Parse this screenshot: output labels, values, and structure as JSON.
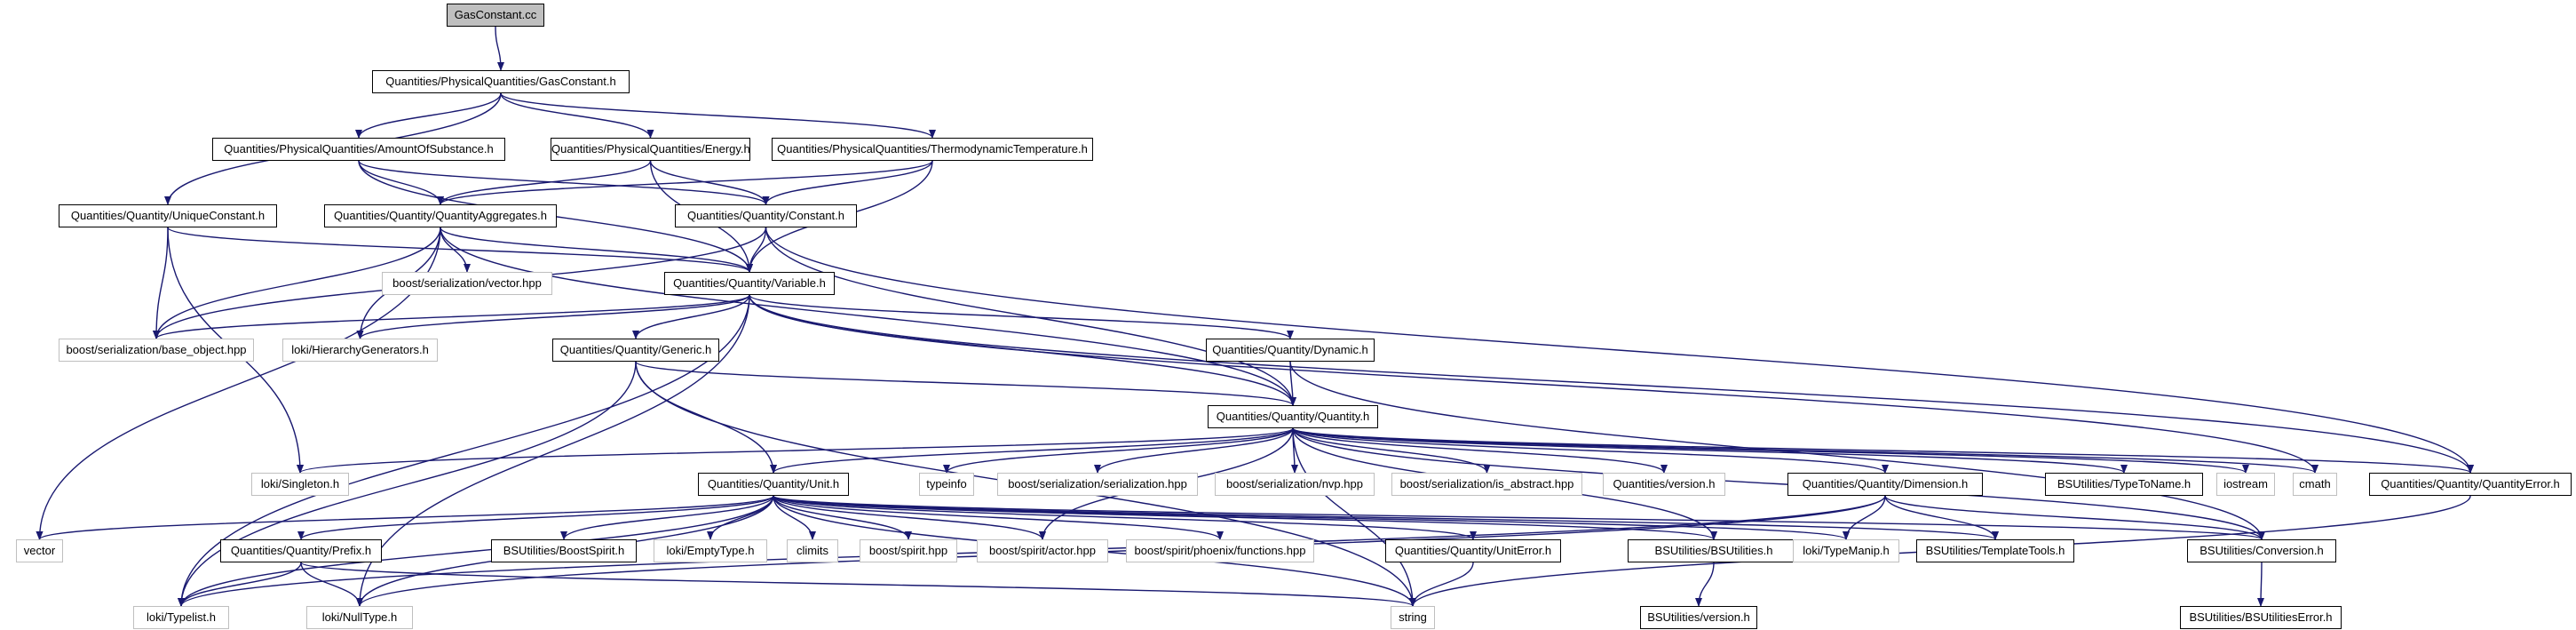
{
  "graph": {
    "colors": {
      "edge": "#191970",
      "root_fill": "#bfbfbf",
      "external_border": "#bfbfbf",
      "local_border": "#000000"
    },
    "nodes": [
      {
        "id": "gasconstant_cc",
        "label": "GasConstant.cc",
        "kind": "root"
      },
      {
        "id": "gasconstant_h",
        "label": "Quantities/PhysicalQuantities/GasConstant.h",
        "kind": "local"
      },
      {
        "id": "amount_h",
        "label": "Quantities/PhysicalQuantities/AmountOfSubstance.h",
        "kind": "local"
      },
      {
        "id": "energy_h",
        "label": "Quantities/PhysicalQuantities/Energy.h",
        "kind": "local"
      },
      {
        "id": "thermo_h",
        "label": "Quantities/PhysicalQuantities/ThermodynamicTemperature.h",
        "kind": "local"
      },
      {
        "id": "uniqueconst_h",
        "label": "Quantities/Quantity/UniqueConstant.h",
        "kind": "local"
      },
      {
        "id": "aggregates_h",
        "label": "Quantities/Quantity/QuantityAggregates.h",
        "kind": "local"
      },
      {
        "id": "constant_h",
        "label": "Quantities/Quantity/Constant.h",
        "kind": "local"
      },
      {
        "id": "vector_hpp",
        "label": "boost/serialization/vector.hpp",
        "kind": "external"
      },
      {
        "id": "variable_h",
        "label": "Quantities/Quantity/Variable.h",
        "kind": "local"
      },
      {
        "id": "base_object",
        "label": "boost/serialization/base_object.hpp",
        "kind": "external"
      },
      {
        "id": "hiergen",
        "label": "loki/HierarchyGenerators.h",
        "kind": "external"
      },
      {
        "id": "generic_h",
        "label": "Quantities/Quantity/Generic.h",
        "kind": "local"
      },
      {
        "id": "dynamic_h",
        "label": "Quantities/Quantity/Dynamic.h",
        "kind": "local"
      },
      {
        "id": "quantity_h",
        "label": "Quantities/Quantity/Quantity.h",
        "kind": "local"
      },
      {
        "id": "singleton",
        "label": "loki/Singleton.h",
        "kind": "external"
      },
      {
        "id": "unit_h",
        "label": "Quantities/Quantity/Unit.h",
        "kind": "local"
      },
      {
        "id": "typeinfo",
        "label": "typeinfo",
        "kind": "external"
      },
      {
        "id": "serialization",
        "label": "boost/serialization/serialization.hpp",
        "kind": "external"
      },
      {
        "id": "nvp",
        "label": "boost/serialization/nvp.hpp",
        "kind": "external"
      },
      {
        "id": "is_abstract",
        "label": "boost/serialization/is_abstract.hpp",
        "kind": "external"
      },
      {
        "id": "version_q",
        "label": "Quantities/version.h",
        "kind": "external"
      },
      {
        "id": "dimension_h",
        "label": "Quantities/Quantity/Dimension.h",
        "kind": "local"
      },
      {
        "id": "typetoname",
        "label": "BSUtilities/TypeToName.h",
        "kind": "local"
      },
      {
        "id": "iostream",
        "label": "iostream",
        "kind": "external"
      },
      {
        "id": "cmath",
        "label": "cmath",
        "kind": "external"
      },
      {
        "id": "quantityerror",
        "label": "Quantities/Quantity/QuantityError.h",
        "kind": "local"
      },
      {
        "id": "vector",
        "label": "vector",
        "kind": "external"
      },
      {
        "id": "prefix_h",
        "label": "Quantities/Quantity/Prefix.h",
        "kind": "local"
      },
      {
        "id": "boostspirit_bs",
        "label": "BSUtilities/BoostSpirit.h",
        "kind": "local"
      },
      {
        "id": "emptytype",
        "label": "loki/EmptyType.h",
        "kind": "external"
      },
      {
        "id": "climits",
        "label": "climits",
        "kind": "external"
      },
      {
        "id": "spirit_hpp",
        "label": "boost/spirit.hpp",
        "kind": "external"
      },
      {
        "id": "actor_hpp",
        "label": "boost/spirit/actor.hpp",
        "kind": "external"
      },
      {
        "id": "phoenix",
        "label": "boost/spirit/phoenix/functions.hpp",
        "kind": "external"
      },
      {
        "id": "uniterror",
        "label": "Quantities/Quantity/UnitError.h",
        "kind": "local"
      },
      {
        "id": "bsutilities",
        "label": "BSUtilities/BSUtilities.h",
        "kind": "local"
      },
      {
        "id": "typemanip",
        "label": "loki/TypeManip.h",
        "kind": "external"
      },
      {
        "id": "templatetools",
        "label": "BSUtilities/TemplateTools.h",
        "kind": "local"
      },
      {
        "id": "conversion",
        "label": "BSUtilities/Conversion.h",
        "kind": "local"
      },
      {
        "id": "typelist",
        "label": "loki/Typelist.h",
        "kind": "external"
      },
      {
        "id": "nulltype",
        "label": "loki/NullType.h",
        "kind": "external"
      },
      {
        "id": "string",
        "label": "string",
        "kind": "external"
      },
      {
        "id": "bs_version",
        "label": "BSUtilities/version.h",
        "kind": "local"
      },
      {
        "id": "bs_error",
        "label": "BSUtilities/BSUtilitiesError.h",
        "kind": "local"
      }
    ],
    "edges": [
      [
        "gasconstant_cc",
        "gasconstant_h"
      ],
      [
        "gasconstant_h",
        "amount_h"
      ],
      [
        "gasconstant_h",
        "energy_h"
      ],
      [
        "gasconstant_h",
        "thermo_h"
      ],
      [
        "gasconstant_h",
        "uniqueconst_h"
      ],
      [
        "amount_h",
        "aggregates_h"
      ],
      [
        "amount_h",
        "constant_h"
      ],
      [
        "amount_h",
        "variable_h"
      ],
      [
        "energy_h",
        "aggregates_h"
      ],
      [
        "energy_h",
        "constant_h"
      ],
      [
        "energy_h",
        "variable_h"
      ],
      [
        "thermo_h",
        "aggregates_h"
      ],
      [
        "thermo_h",
        "constant_h"
      ],
      [
        "thermo_h",
        "variable_h"
      ],
      [
        "uniqueconst_h",
        "variable_h"
      ],
      [
        "uniqueconst_h",
        "base_object"
      ],
      [
        "uniqueconst_h",
        "singleton"
      ],
      [
        "aggregates_h",
        "variable_h"
      ],
      [
        "aggregates_h",
        "vector_hpp"
      ],
      [
        "aggregates_h",
        "base_object"
      ],
      [
        "aggregates_h",
        "hiergen"
      ],
      [
        "aggregates_h",
        "quantity_h"
      ],
      [
        "aggregates_h",
        "vector"
      ],
      [
        "constant_h",
        "variable_h"
      ],
      [
        "constant_h",
        "quantity_h"
      ],
      [
        "constant_h",
        "base_object"
      ],
      [
        "constant_h",
        "quantityerror"
      ],
      [
        "variable_h",
        "base_object"
      ],
      [
        "variable_h",
        "hiergen"
      ],
      [
        "variable_h",
        "generic_h"
      ],
      [
        "variable_h",
        "dynamic_h"
      ],
      [
        "variable_h",
        "quantity_h"
      ],
      [
        "variable_h",
        "quantityerror"
      ],
      [
        "variable_h",
        "typelist"
      ],
      [
        "variable_h",
        "nulltype"
      ],
      [
        "variable_h",
        "cmath"
      ],
      [
        "generic_h",
        "quantity_h"
      ],
      [
        "generic_h",
        "unit_h"
      ],
      [
        "generic_h",
        "typelist"
      ],
      [
        "generic_h",
        "string"
      ],
      [
        "dynamic_h",
        "quantity_h"
      ],
      [
        "dynamic_h",
        "conversion"
      ],
      [
        "quantity_h",
        "singleton"
      ],
      [
        "quantity_h",
        "unit_h"
      ],
      [
        "quantity_h",
        "typeinfo"
      ],
      [
        "quantity_h",
        "serialization"
      ],
      [
        "quantity_h",
        "nvp"
      ],
      [
        "quantity_h",
        "is_abstract"
      ],
      [
        "quantity_h",
        "version_q"
      ],
      [
        "quantity_h",
        "dimension_h"
      ],
      [
        "quantity_h",
        "typetoname"
      ],
      [
        "quantity_h",
        "iostream"
      ],
      [
        "quantity_h",
        "cmath"
      ],
      [
        "quantity_h",
        "quantityerror"
      ],
      [
        "quantity_h",
        "actor_hpp"
      ],
      [
        "quantity_h",
        "string"
      ],
      [
        "quantity_h",
        "bsutilities"
      ],
      [
        "quantity_h",
        "conversion"
      ],
      [
        "unit_h",
        "vector"
      ],
      [
        "unit_h",
        "prefix_h"
      ],
      [
        "unit_h",
        "boostspirit_bs"
      ],
      [
        "unit_h",
        "emptytype"
      ],
      [
        "unit_h",
        "climits"
      ],
      [
        "unit_h",
        "spirit_hpp"
      ],
      [
        "unit_h",
        "actor_hpp"
      ],
      [
        "unit_h",
        "phoenix"
      ],
      [
        "unit_h",
        "uniterror"
      ],
      [
        "unit_h",
        "bsutilities"
      ],
      [
        "unit_h",
        "typemanip"
      ],
      [
        "unit_h",
        "templatetools"
      ],
      [
        "unit_h",
        "conversion"
      ],
      [
        "unit_h",
        "typelist"
      ],
      [
        "unit_h",
        "nulltype"
      ],
      [
        "unit_h",
        "string"
      ],
      [
        "dimension_h",
        "typemanip"
      ],
      [
        "dimension_h",
        "templatetools"
      ],
      [
        "dimension_h",
        "typelist"
      ],
      [
        "dimension_h",
        "nulltype"
      ],
      [
        "dimension_h",
        "conversion"
      ],
      [
        "prefix_h",
        "typelist"
      ],
      [
        "prefix_h",
        "nulltype"
      ],
      [
        "prefix_h",
        "string"
      ],
      [
        "uniterror",
        "string"
      ],
      [
        "bsutilities",
        "bs_version"
      ],
      [
        "conversion",
        "bs_error"
      ],
      [
        "quantityerror",
        "string"
      ]
    ]
  }
}
